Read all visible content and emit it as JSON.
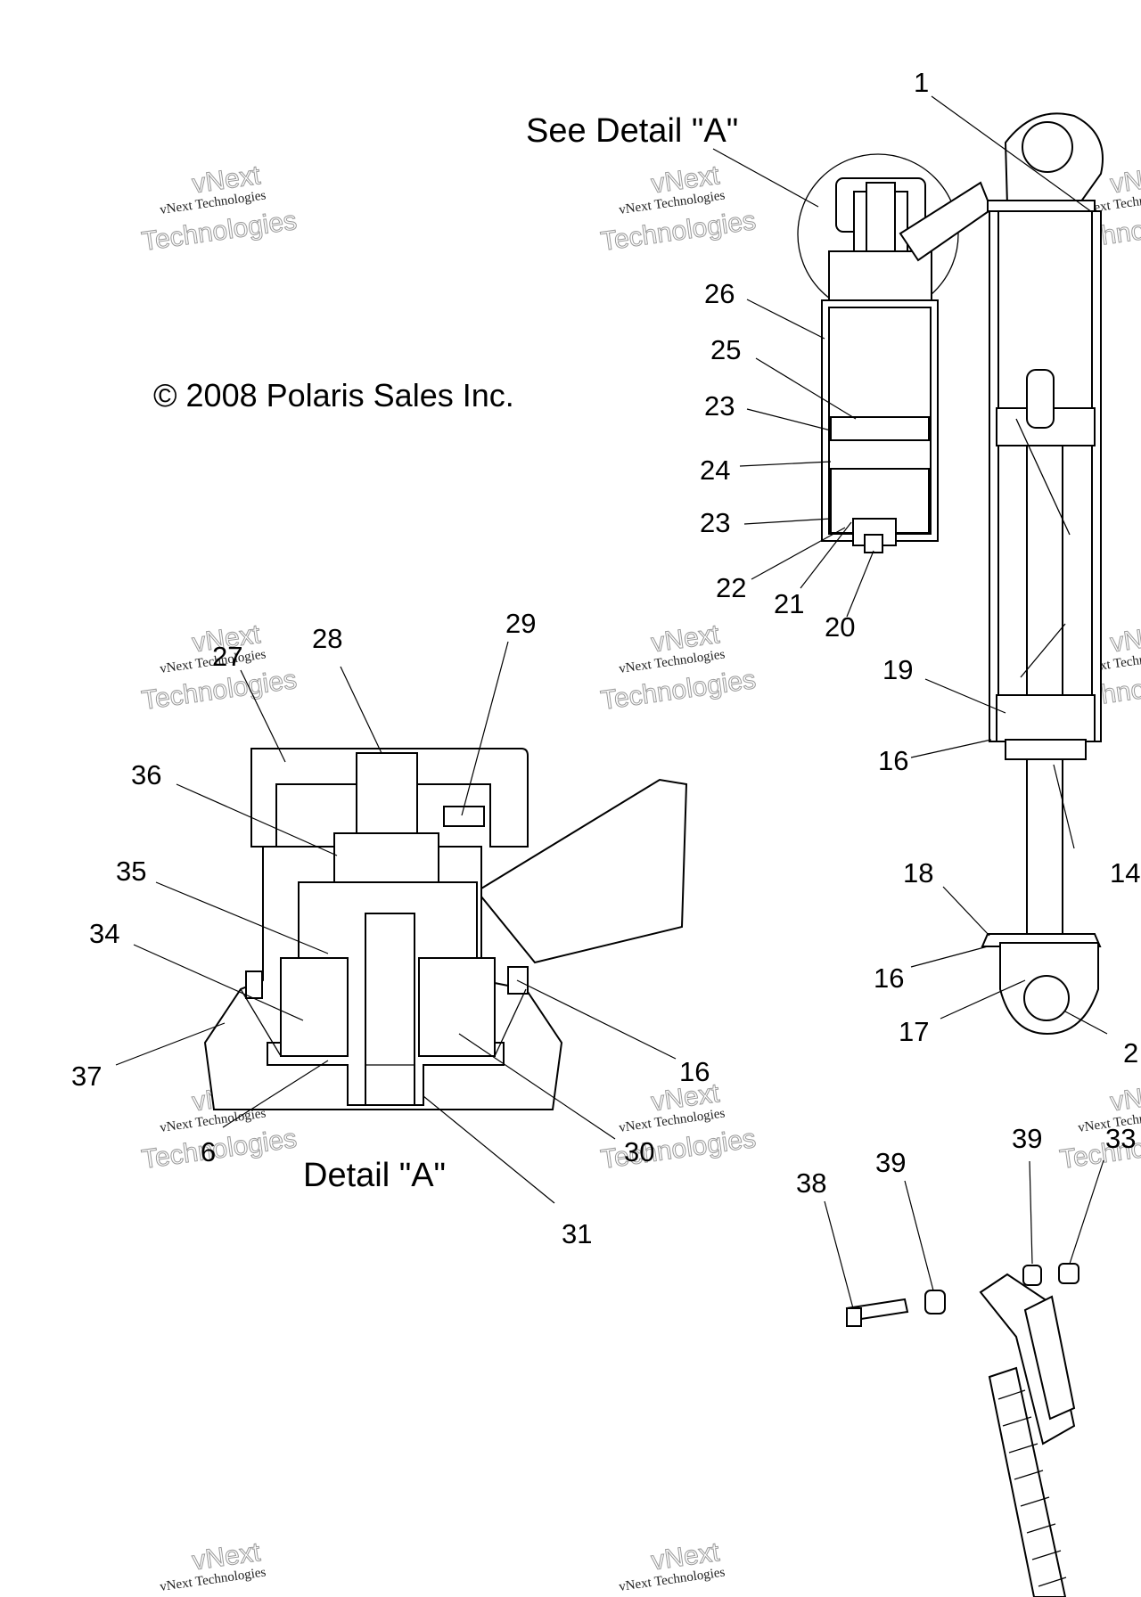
{
  "headings": {
    "see_detail": "See Detail \"A\"",
    "detail": "Detail \"A\"",
    "copyright": "© 2008 Polaris Sales Inc."
  },
  "watermark": {
    "line1": "vNext Technologies",
    "line2": "vNext",
    "line3": "Technologies"
  },
  "callouts": {
    "c1": "1",
    "c26": "26",
    "c25": "25",
    "c23a": "23",
    "c24": "24",
    "c23b": "23",
    "c22": "22",
    "c21": "21",
    "c20": "20",
    "c19": "19",
    "c16a": "16",
    "c14": "14",
    "c18": "18",
    "c16b": "16",
    "c17": "17",
    "c2": "2",
    "c39a": "39",
    "c39b": "39",
    "c33": "33",
    "c38": "38",
    "c27": "27",
    "c28": "28",
    "c29": "29",
    "c36": "36",
    "c35": "35",
    "c34": "34",
    "c37": "37",
    "c16c": "16",
    "c6": "6",
    "c30": "30",
    "c31": "31"
  }
}
